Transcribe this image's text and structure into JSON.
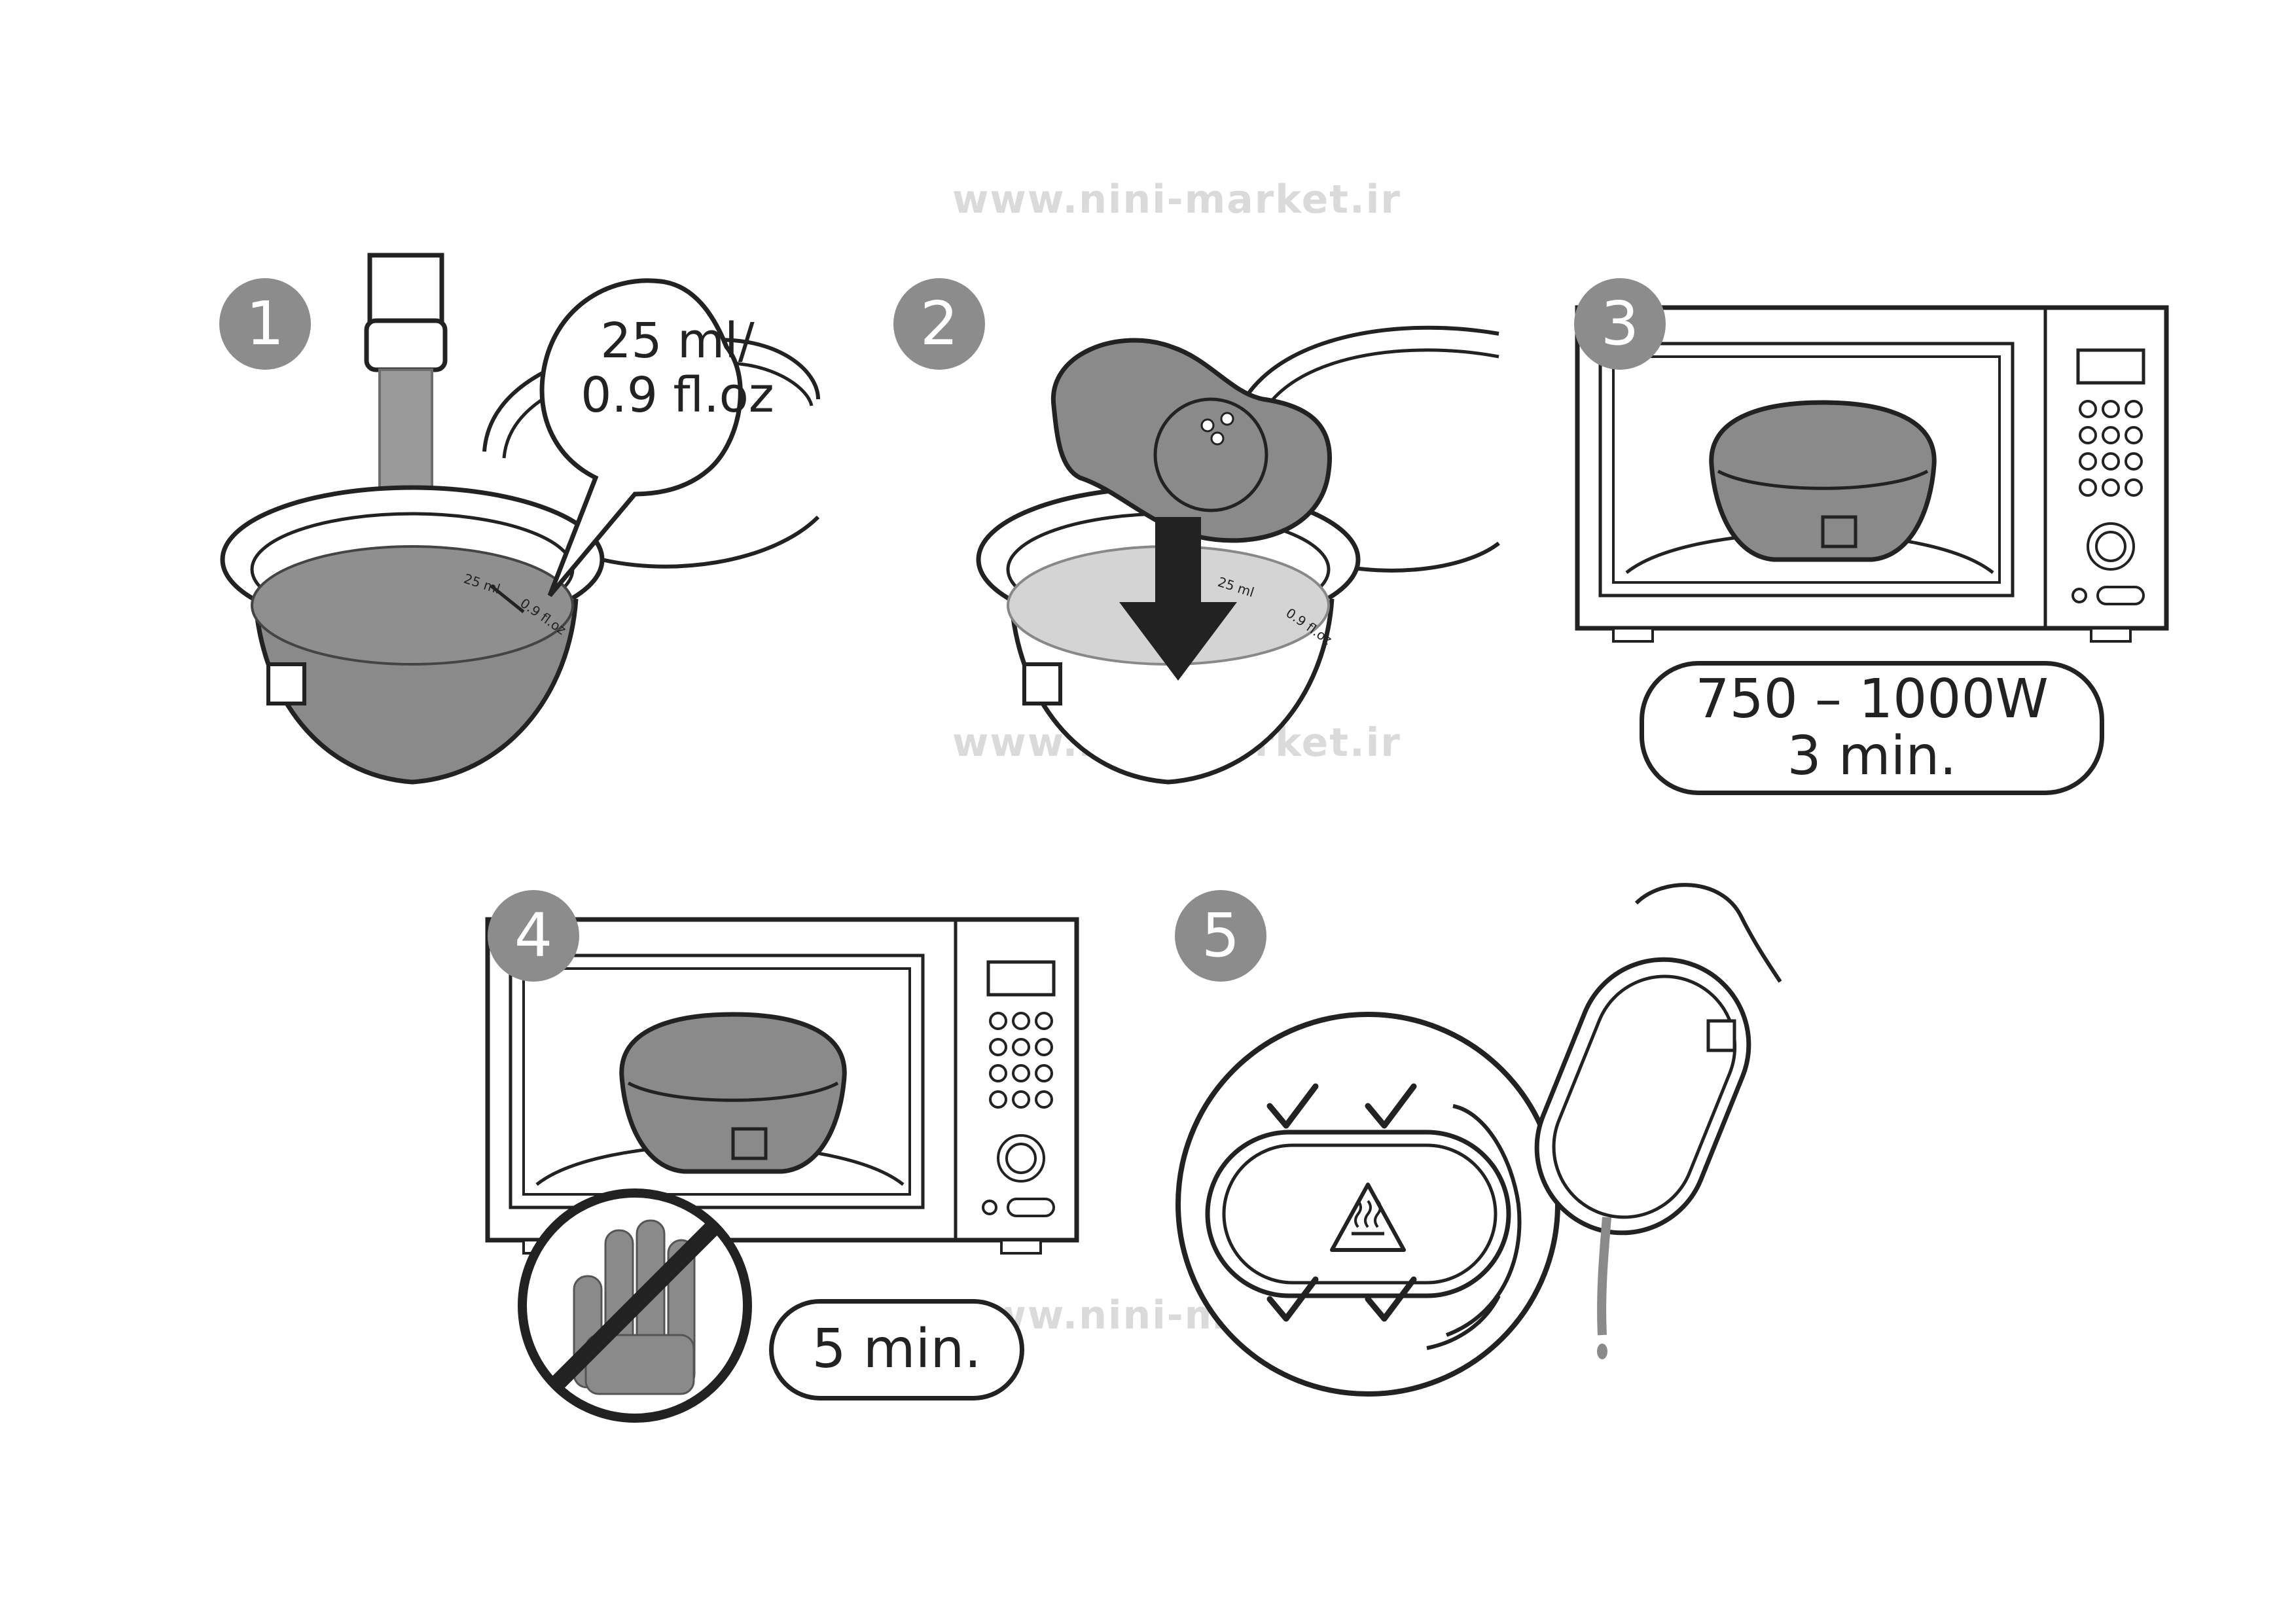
{
  "watermark": {
    "text": "www.nini-market.ir"
  },
  "steps": [
    {
      "number": "1",
      "bubble_line1": "25 ml/",
      "bubble_line2": "0.9 fl.oz",
      "scale_a": "25 ml",
      "scale_b": "0.9 fl.oz"
    },
    {
      "number": "2",
      "scale_a": "25 ml",
      "scale_b": "0.9 fl.oz"
    },
    {
      "number": "3",
      "power": "750 – 1000W",
      "time": "3 min."
    },
    {
      "number": "4",
      "time": "5 min."
    },
    {
      "number": "5"
    }
  ],
  "colors": {
    "badge": "#8c8c8c",
    "line": "#222222",
    "fill_gray": "#8a8a8a",
    "water": "#9a9a9a"
  },
  "icons": [
    "faucet-icon",
    "bowl-icon",
    "speech-bubble-icon",
    "nipple-icon",
    "arrow-down-icon",
    "microwave-icon",
    "sterilizer-icon",
    "no-touch-icon",
    "hot-surface-warning-icon",
    "checkmark-icon",
    "hand-icon"
  ]
}
